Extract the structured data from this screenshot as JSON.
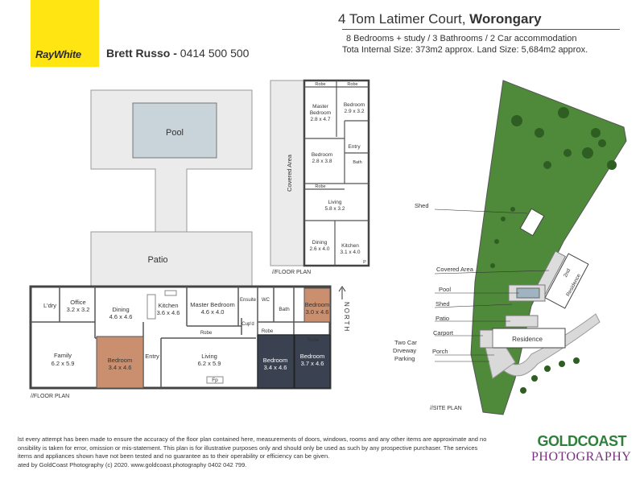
{
  "brand": {
    "logo": "RayWhite",
    "accent": "#ffe512"
  },
  "agent": {
    "name": "Brett Russo -",
    "phone": "0414 500 500"
  },
  "property": {
    "street": "4 Tom Latimer Court,",
    "suburb": "Worongary",
    "summary": "8 Bedrooms + study  / 3 Bathrooms / 2 Car accommodation",
    "sizes": "Tota Internal Size: 373m2 approx. Land Size: 5,684m2 approx."
  },
  "main_plan": {
    "caption": "//FLOOR PLAN",
    "pool": "Pool",
    "patio": "Patio",
    "rooms": {
      "ldry": "L'dry",
      "office": "Office",
      "office_dim": "3.2 x 3.2",
      "dining": "Dining",
      "dining_dim": "4.6 x 4.6",
      "kitchen": "Kitchen",
      "kitchen_dim": "3.6 x 4.6",
      "master": "Master Bedroom",
      "master_dim": "4.6 x 4.0",
      "ensuite": "Ensuite",
      "wc": "WC",
      "cupd": "Cup'd",
      "bath": "Bath",
      "robe": "Robe",
      "bed1": "Bedroom",
      "bed1_dim": "3.0 x 4.6",
      "family": "Family",
      "family_dim": "6.2 x 5.9",
      "bed2": "Bedroom",
      "bed2_dim": "3.4 x 4.6",
      "entry": "Entry",
      "living": "Living",
      "living_dim": "6.2 x 5.9",
      "fp": "Fp",
      "bed3": "Bedroom",
      "bed3_dim": "3.4 x 4.6",
      "bed4": "Bedroom",
      "bed4_dim": "3.7 x 4.6"
    },
    "north": "NORTH"
  },
  "second_plan": {
    "caption": "//FLOOR PLAN",
    "covered": "Covered Area",
    "robe": "Robe",
    "master": "Master",
    "master2": "Bedroom",
    "master_dim": "2.8 x 4.7",
    "bed1": "Bedroom",
    "bed1_dim": "2.9 x 3.2",
    "entry": "Entry",
    "bath": "Bath",
    "bed2": "Bedroom",
    "bed2_dim": "2.8 x 3.8",
    "living": "Living",
    "living_dim": "5.8 x 3.2",
    "dining": "Dining",
    "dining_dim": "2.6 x 4.0",
    "kitchen": "Kitchen",
    "kitchen_dim": "3.1 x 4.0",
    "p": "P"
  },
  "site_plan": {
    "caption": "//SITE PLAN",
    "shed": "Shed",
    "covered": "Covered Area",
    "pool": "Pool",
    "shed2": "Shed",
    "patio": "Patio",
    "carport": "Carport",
    "residence": "Residence",
    "second": "2nd",
    "second2": "Residence",
    "porch": "Porch",
    "twocar": "Two Car",
    "driveway": "Drveway",
    "parking": "Parking"
  },
  "disclaimer": [
    "lst every attempt has been made to ensure the accuracy of the floor plan contained here, measurements of doors, windows, rooms and any other items are approximate and no",
    "onsibility is taken for error, omission or mis-statement. This plan is for illustrative purposes only and should only be used as such by any prospective purchaser. The services",
    "items and appliances shown have not been tested and no guarantee as to their operability or efficiency can be given.",
    "ated by GoldCoast Photography (c) 2020. www.goldcoast.photography 0402 042 799."
  ],
  "credit": {
    "line1": "GOLDCOAST",
    "line2": "PHOTOGRAPHY"
  }
}
